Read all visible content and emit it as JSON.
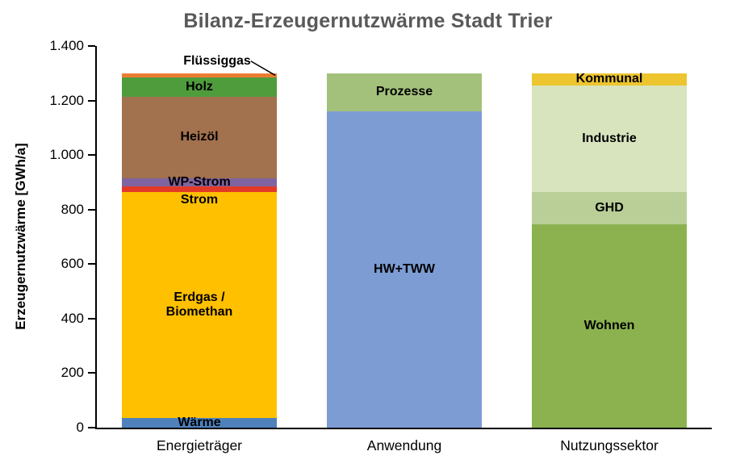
{
  "chart_data": {
    "type": "bar",
    "stacked": true,
    "title": "Bilanz-Erzeugernutzwärme Stadt Trier",
    "ylabel": "Erzeugernutzwärme [GWh/a]",
    "unit": "GWh/a",
    "ylim": [
      0,
      1400
    ],
    "yticks": [
      0,
      200,
      400,
      600,
      800,
      1000,
      1200,
      1400
    ],
    "ytick_labels": [
      "0",
      "200",
      "400",
      "600",
      "800",
      "1.000",
      "1.200",
      "1.400"
    ],
    "grid": false,
    "legend_position": "none",
    "label_style": "bold labels inside segments",
    "colors": {
      "title": "#595959",
      "axis": "#000000",
      "leader_line": "#000000"
    },
    "categories": [
      "Energieträger",
      "Anwendung",
      "Nutzungssektor"
    ],
    "bars": [
      {
        "category": "Energieträger",
        "total": 1300,
        "segments": [
          {
            "label": "Wärme",
            "value": 35,
            "color": "#4F81BD"
          },
          {
            "label": "Erdgas / Biomethan",
            "value": 830,
            "color": "#FFC000"
          },
          {
            "label": "Strom",
            "value": 20,
            "color": "#E23A26",
            "label_position": "below"
          },
          {
            "label": "WP-Strom",
            "value": 30,
            "color": "#8064A2"
          },
          {
            "label": "Heizöl",
            "value": 300,
            "color": "#A2714E"
          },
          {
            "label": "Holz",
            "value": 70,
            "color": "#4F9C3C"
          },
          {
            "label": "Flüssiggas",
            "value": 15,
            "color": "#ED7D31",
            "label_position": "callout"
          }
        ]
      },
      {
        "category": "Anwendung",
        "total": 1300,
        "segments": [
          {
            "label": "HW+TWW",
            "value": 1160,
            "color": "#7D9CD3"
          },
          {
            "label": "Prozesse",
            "value": 140,
            "color": "#A3C17A"
          }
        ]
      },
      {
        "category": "Nutzungssektor",
        "total": 1300,
        "segments": [
          {
            "label": "Wohnen",
            "value": 745,
            "color": "#8CB24F"
          },
          {
            "label": "GHD",
            "value": 120,
            "color": "#B9CF97"
          },
          {
            "label": "Industrie",
            "value": 390,
            "color": "#D8E4BE"
          },
          {
            "label": "Kommunal",
            "value": 45,
            "color": "#EDC52F"
          }
        ]
      }
    ]
  }
}
